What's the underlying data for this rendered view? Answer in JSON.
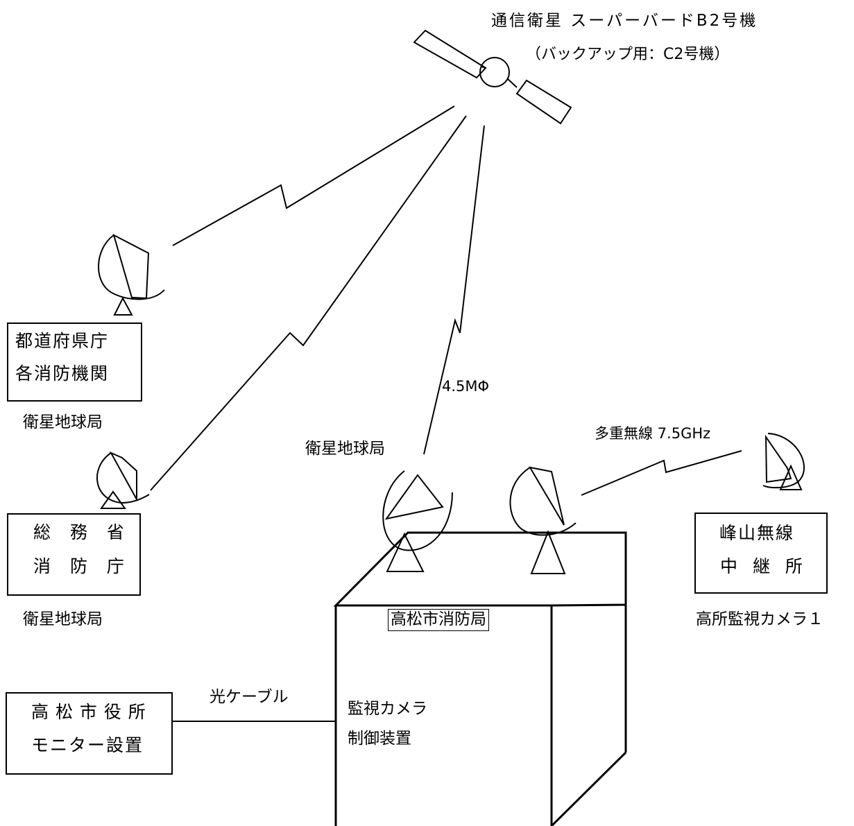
{
  "satellite": {
    "title": "通信衛星 スーパーバードB2号機",
    "backup": "（バックアップ用：C2号機）"
  },
  "stations": {
    "prefecture_line1": "都道府県庁",
    "prefecture_line2": "各消防機関",
    "prefecture_caption": "衛星地球局",
    "fdma_line1": "総 務 省",
    "fdma_line2": "消 防 庁",
    "fdma_caption": "衛星地球局",
    "hq_caption": "衛星地球局",
    "antenna_size": "4.5MΦ"
  },
  "microwave": {
    "label": "多重無線 7.5GHz",
    "relay_line1": "峰山無線",
    "relay_line2": "中 継 所",
    "camera_label": "高所監視カメラ１"
  },
  "hq": {
    "name": "高松市消防局",
    "equipment_line1": "監視カメラ",
    "equipment_line2": "制御装置"
  },
  "city_hall": {
    "line1": "高 松 市 役 所",
    "line2": "モニター設置",
    "link_label": "光ケーブル"
  }
}
